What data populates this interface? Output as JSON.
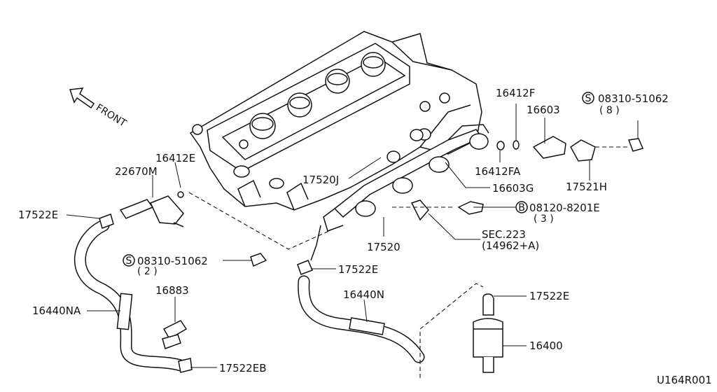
{
  "figure_id": "U164R001",
  "direction": "FRONT",
  "parts": {
    "p16412F": "16412F",
    "p16603": "16603",
    "p08310_top": "08310-51062",
    "p08310_top_qty": "( 8 )",
    "p16412E": "16412E",
    "p22670M": "22670M",
    "p17520J": "17520J",
    "p16412FA": "16412FA",
    "p16603G": "16603G",
    "p17521H": "17521H",
    "p17522E_left": "17522E",
    "p08120": "08120-8201E",
    "p08120_qty": "( 3 )",
    "p17520": "17520",
    "sec": "SEC.223",
    "sec_ref": "(14962+A)",
    "p08310_left": "08310-51062",
    "p08310_left_qty": "( 2 )",
    "p17522E_mid": "17522E",
    "p16883": "16883",
    "p16440N": "16440N",
    "p16440NA": "16440NA",
    "p17522E_right": "17522E",
    "p16400": "16400",
    "p17522EB": "17522EB"
  },
  "symbols": {
    "s_top": "S",
    "b_mid": "B",
    "s_left": "S"
  }
}
